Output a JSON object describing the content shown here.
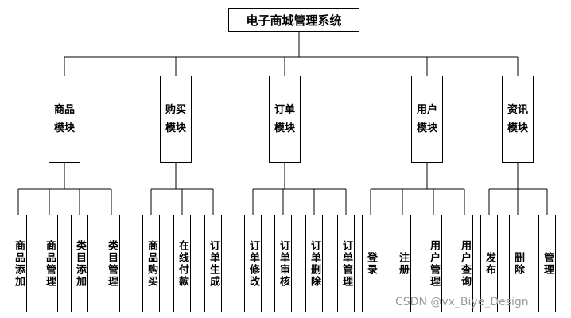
{
  "root": "电子商城管理系统",
  "modules": [
    {
      "label": "商品\n模块",
      "children": [
        "商品添加",
        "商品管理",
        "类目添加",
        "类目管理"
      ]
    },
    {
      "label": "购买\n模块",
      "children": [
        "商品购买",
        "在线付款",
        "订单生成"
      ]
    },
    {
      "label": "订单\n模块",
      "children": [
        "订单修改",
        "订单审核",
        "订单删除",
        "订单管理"
      ]
    },
    {
      "label": "用户\n模块",
      "children": [
        "登录",
        "注册",
        "用户管理",
        "用户查询"
      ]
    },
    {
      "label": "资讯\n模块",
      "children": [
        "发布",
        "删除",
        "管理"
      ]
    }
  ],
  "watermark": "CSDN @vx_Biye_Design"
}
